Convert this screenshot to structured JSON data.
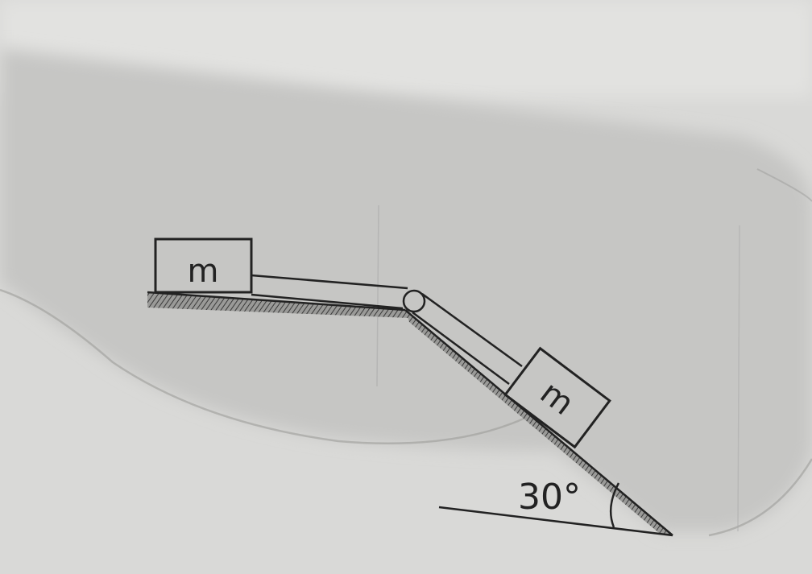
{
  "diagram": {
    "block_horizontal": {
      "label": "m"
    },
    "block_incline": {
      "label": "m"
    },
    "incline": {
      "angle_label": "30°"
    },
    "colors": {
      "paper": "#d6d6d4",
      "paper_light": "#e4e4e2",
      "shadow": "#c3c3c1",
      "ink": "#222222"
    }
  }
}
